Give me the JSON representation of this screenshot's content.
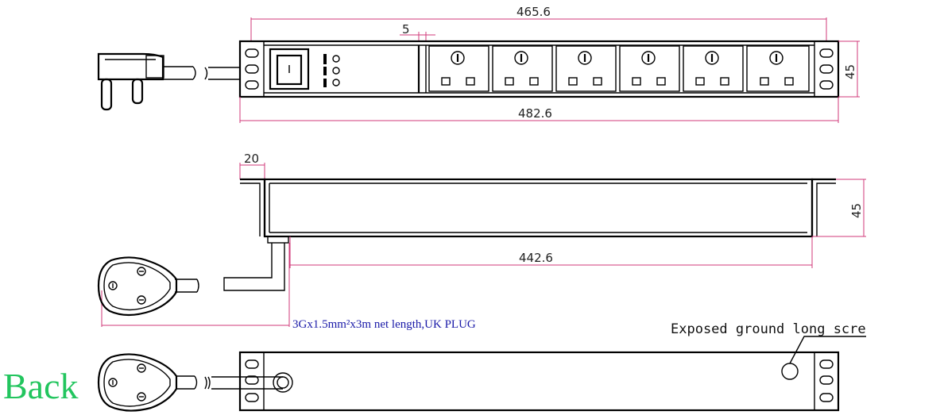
{
  "dimensions": {
    "inner_mount_width": "465.6",
    "socket_gap": "5",
    "panel_height_front": "45",
    "overall_width": "482.6",
    "bracket_depth": "20",
    "panel_height_side": "45",
    "body_length": "442.6"
  },
  "cable_note": "3Gx1.5mm²x3m net length,UK PLUG",
  "ground_note": "Exposed ground long scre",
  "back_label": "Back",
  "colors": {
    "line": "#000000",
    "dimension_line": "#d03a7a",
    "cable_note_text": "#1a1aa8",
    "back_label_text": "#22c55e"
  },
  "components": {
    "socket_count": 6,
    "indicator_count": 3
  }
}
